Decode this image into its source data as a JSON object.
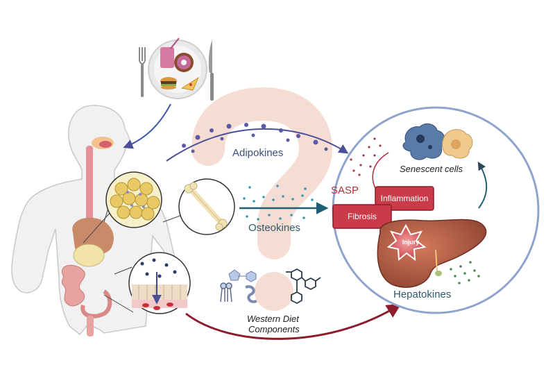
{
  "labels": {
    "adipokines": "Adipokines",
    "osteokines": "Osteokines",
    "hepatokines": "Hepatokines",
    "senescent_cells": "Senescent cells",
    "sasp": "SASP",
    "inflammation": "Inflammation",
    "fibrosis": "Fibrosis",
    "injury": "Injury",
    "western_diet_line1": "Western Diet",
    "western_diet_line2": "Components"
  },
  "icons": {
    "food": "plate-of-junk-food-icon",
    "body": "human-body-icon",
    "bone": "bone-icon",
    "liver": "liver-icon",
    "question": "question-mark-icon"
  },
  "colors": {
    "adipokines_arrow": "#4a4f9a",
    "osteokines_arrow": "#1f5f72",
    "gut_arrow": "#8b1c2c",
    "circle_border": "#8fa3cc",
    "red_box": "#c93b48",
    "liver": "#a5553f",
    "question_mark": "#f6ddd3"
  }
}
